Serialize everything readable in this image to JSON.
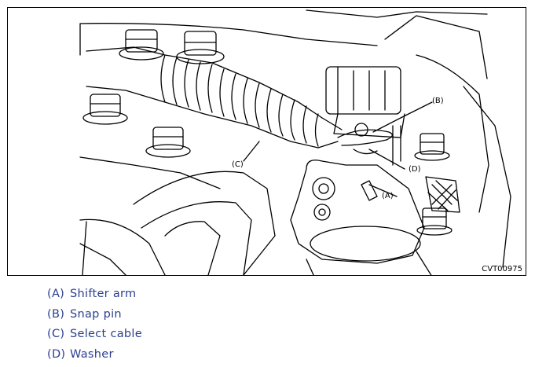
{
  "figure": {
    "code": "CVT00975",
    "callouts": {
      "a": "(A)",
      "b": "(B)",
      "c": "(C)",
      "d": "(D)"
    }
  },
  "legend": [
    {
      "key": "(A)",
      "label": "Shifter arm"
    },
    {
      "key": "(B)",
      "label": "Snap pin"
    },
    {
      "key": "(C)",
      "label": "Select cable"
    },
    {
      "key": "(D)",
      "label": "Washer"
    }
  ],
  "colors": {
    "legend_text": "#2b3f8f",
    "line_art": "#000000"
  }
}
